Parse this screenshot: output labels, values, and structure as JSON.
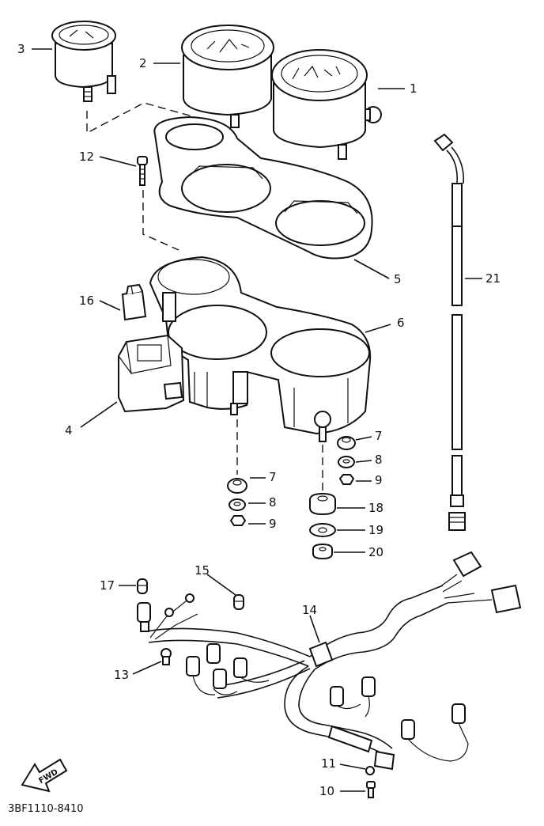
{
  "diagram": {
    "code": "3BF1110-8410",
    "fwd_text": "FWD",
    "callouts": [
      {
        "id": "1",
        "label": "1"
      },
      {
        "id": "2",
        "label": "2"
      },
      {
        "id": "3",
        "label": "3"
      },
      {
        "id": "4",
        "label": "4"
      },
      {
        "id": "5",
        "label": "5"
      },
      {
        "id": "6",
        "label": "6"
      },
      {
        "id": "7a",
        "label": "7"
      },
      {
        "id": "8a",
        "label": "8"
      },
      {
        "id": "9a",
        "label": "9"
      },
      {
        "id": "7b",
        "label": "7"
      },
      {
        "id": "8b",
        "label": "8"
      },
      {
        "id": "9b",
        "label": "9"
      },
      {
        "id": "10",
        "label": "10"
      },
      {
        "id": "11",
        "label": "11"
      },
      {
        "id": "12",
        "label": "12"
      },
      {
        "id": "13",
        "label": "13"
      },
      {
        "id": "14",
        "label": "14"
      },
      {
        "id": "15",
        "label": "15"
      },
      {
        "id": "16",
        "label": "16"
      },
      {
        "id": "17",
        "label": "17"
      },
      {
        "id": "18",
        "label": "18"
      },
      {
        "id": "19",
        "label": "19"
      },
      {
        "id": "20",
        "label": "20"
      },
      {
        "id": "21",
        "label": "21"
      }
    ]
  }
}
